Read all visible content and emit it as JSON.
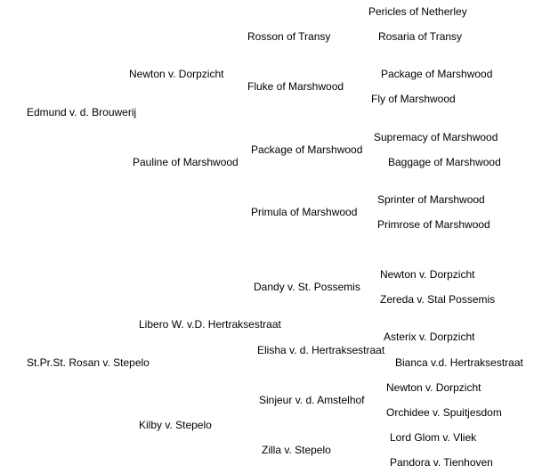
{
  "pedigree": {
    "subject_1": "Edmund v. d. Brouwerij",
    "parents_1": [
      "Newton v. Dorpzicht",
      "Pauline of Marshwood"
    ],
    "grandparents_1": [
      "Rosson of Transy",
      "Fluke of Marshwood",
      "Package of Marshwood",
      "Primula of Marshwood"
    ],
    "great_grandparents_1": [
      "Pericles of Netherley",
      "Rosaria of Transy",
      "Package of Marshwood",
      "Fly of Marshwood",
      "Supremacy of Marshwood",
      "Baggage of Marshwood",
      "Sprinter of Marshwood",
      "Primrose of Marshwood"
    ],
    "subject_2": "St.Pr.St. Rosan v. Stepelo",
    "parents_2": [
      "Libero W. v.D. Hertraksestraat",
      "Kilby v. Stepelo"
    ],
    "grandparents_2": [
      "Dandy v. St. Possemis",
      "Elisha v. d. Hertraksestraat",
      "Sinjeur v. d. Amstelhof",
      "Zilla v. Stepelo"
    ],
    "great_grandparents_2": [
      "Newton v. Dorpzicht",
      "Zereda v. Stal Possemis",
      "Asterix v. Dorpzicht",
      "Bianca v.d. Hertraksestraat",
      "Newton v. Dorpzicht",
      "Orchidee v. Spuitjesdom",
      "Lord Glom v. Vliek",
      "Pandora v. Tienhoven"
    ]
  }
}
